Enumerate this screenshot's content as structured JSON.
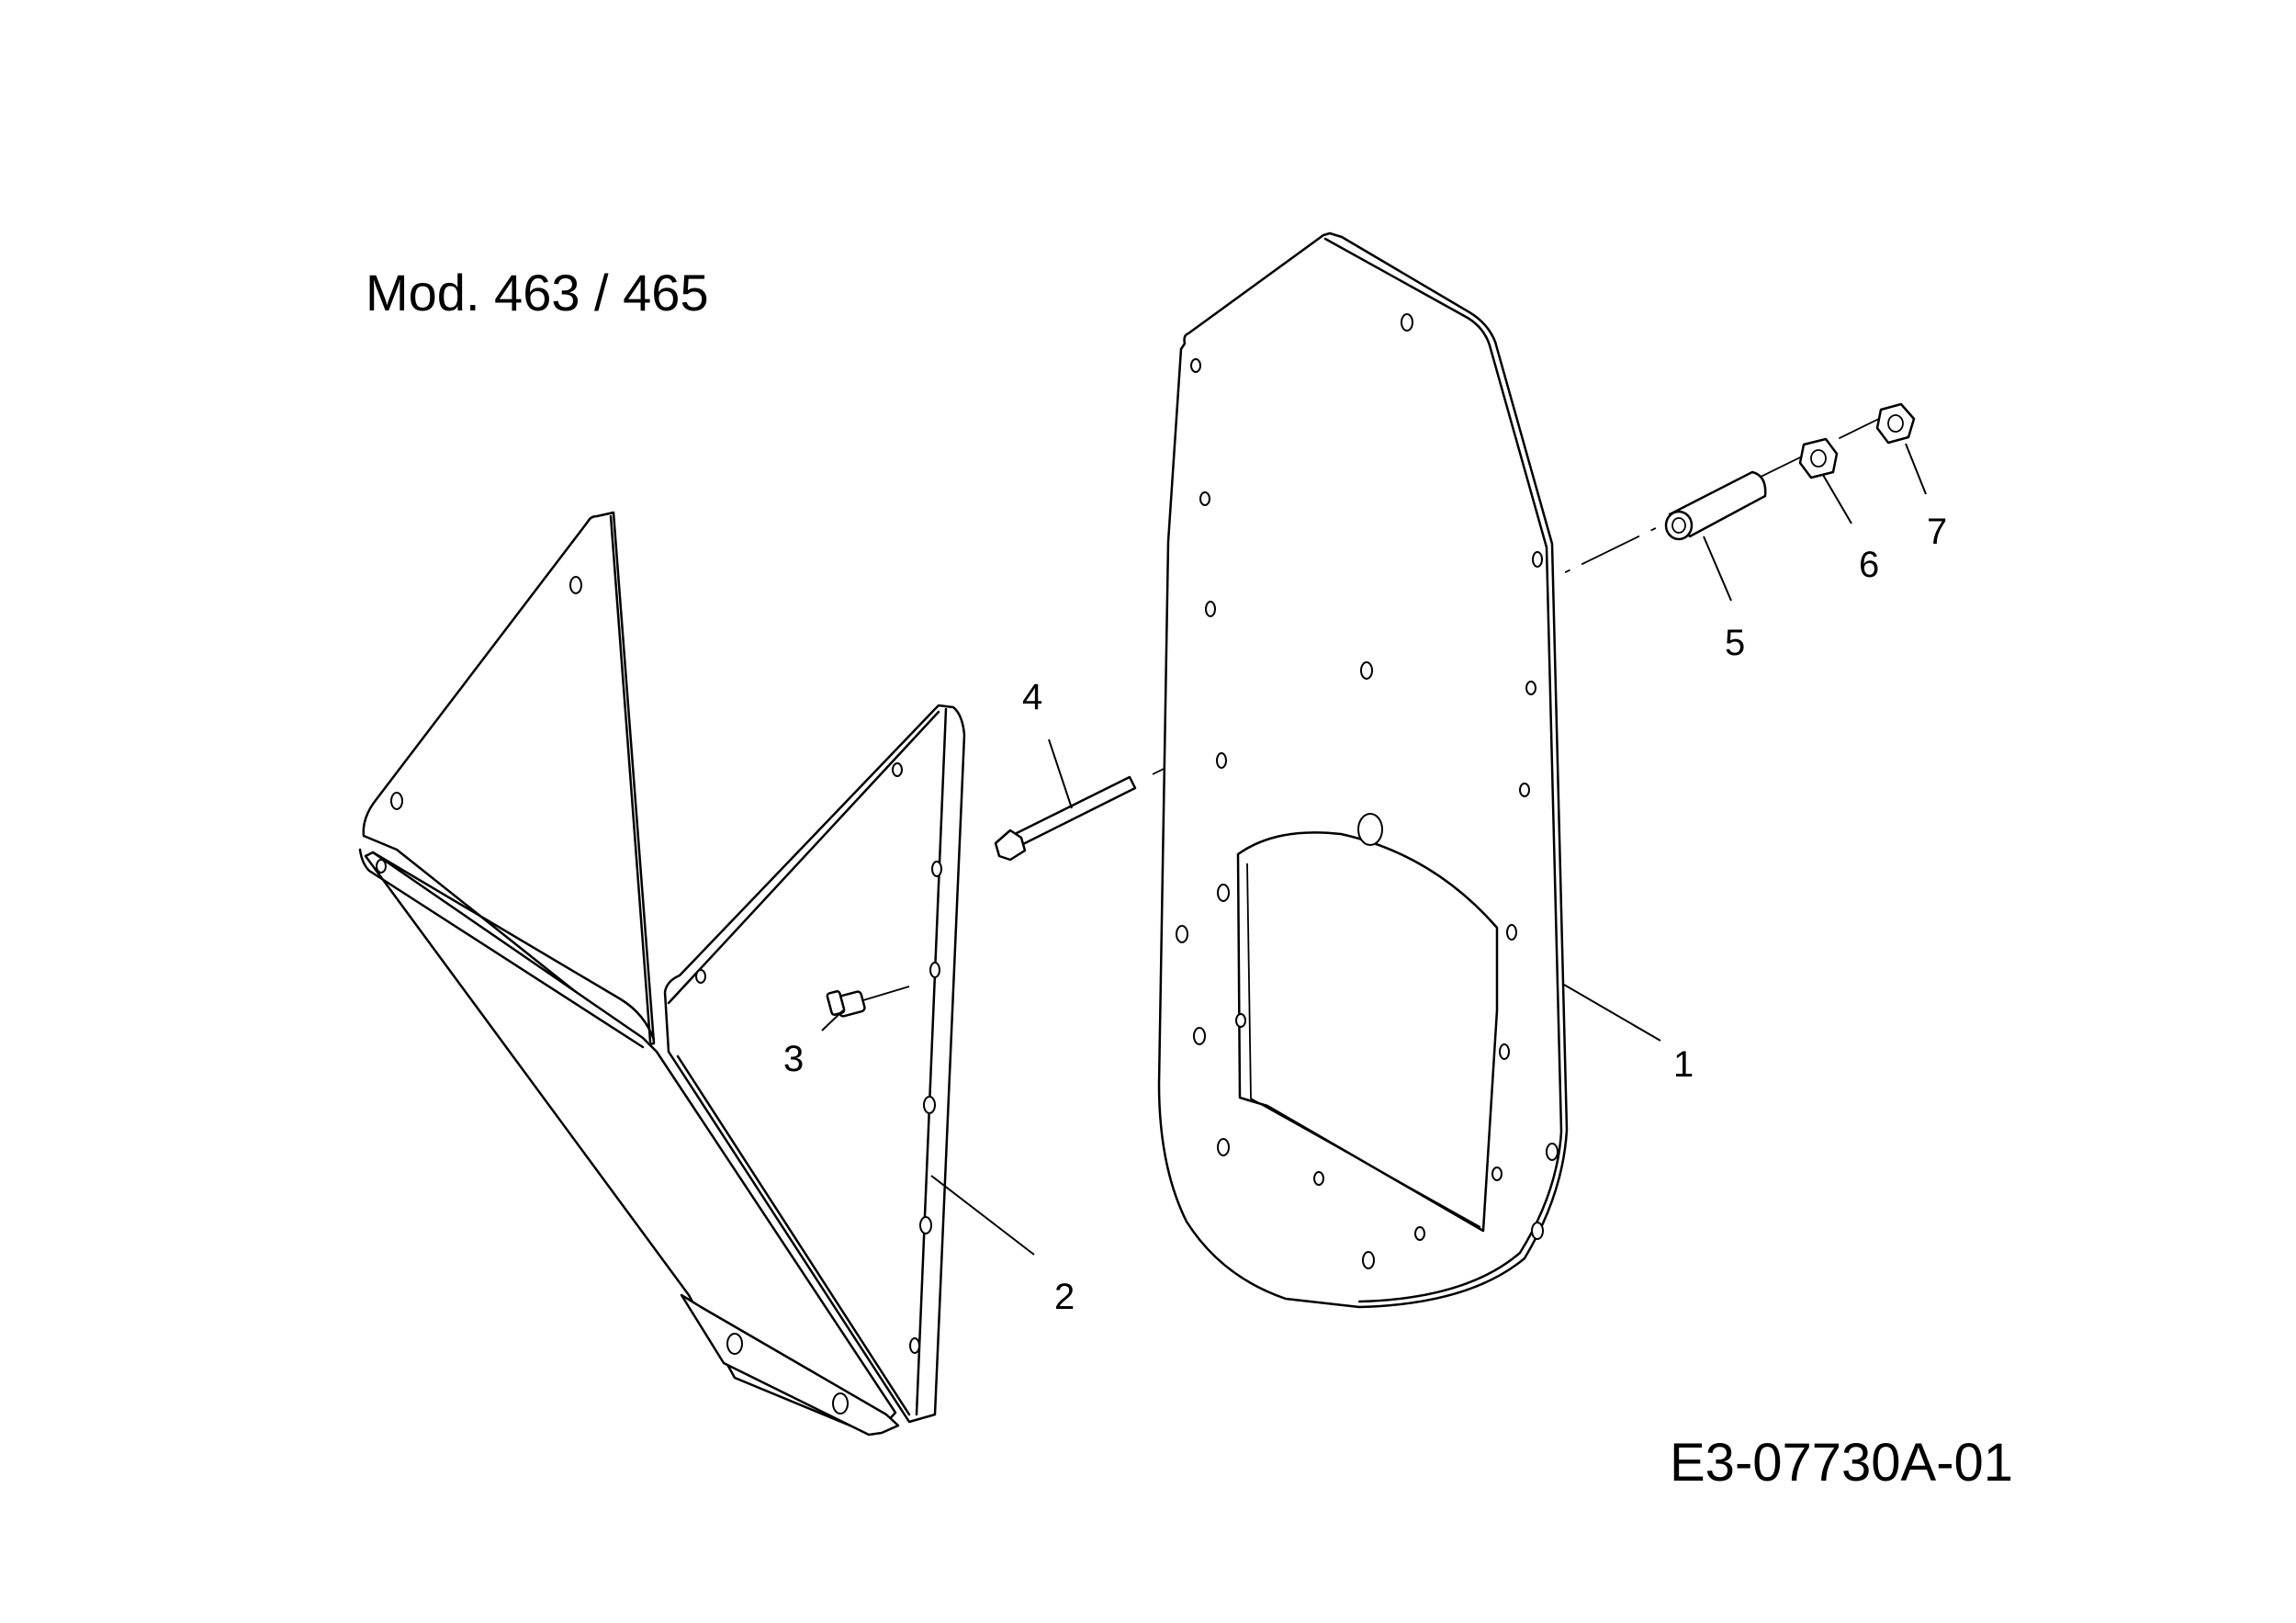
{
  "title": "Mod. 463  /  465",
  "drawing_code": "E3-07730A-01",
  "callouts": [
    {
      "id": "part-1",
      "number": "1"
    },
    {
      "id": "part-2",
      "number": "2"
    },
    {
      "id": "part-3",
      "number": "3"
    },
    {
      "id": "part-4",
      "number": "4"
    },
    {
      "id": "part-5",
      "number": "5"
    },
    {
      "id": "part-6",
      "number": "6"
    },
    {
      "id": "part-7",
      "number": "7"
    }
  ]
}
